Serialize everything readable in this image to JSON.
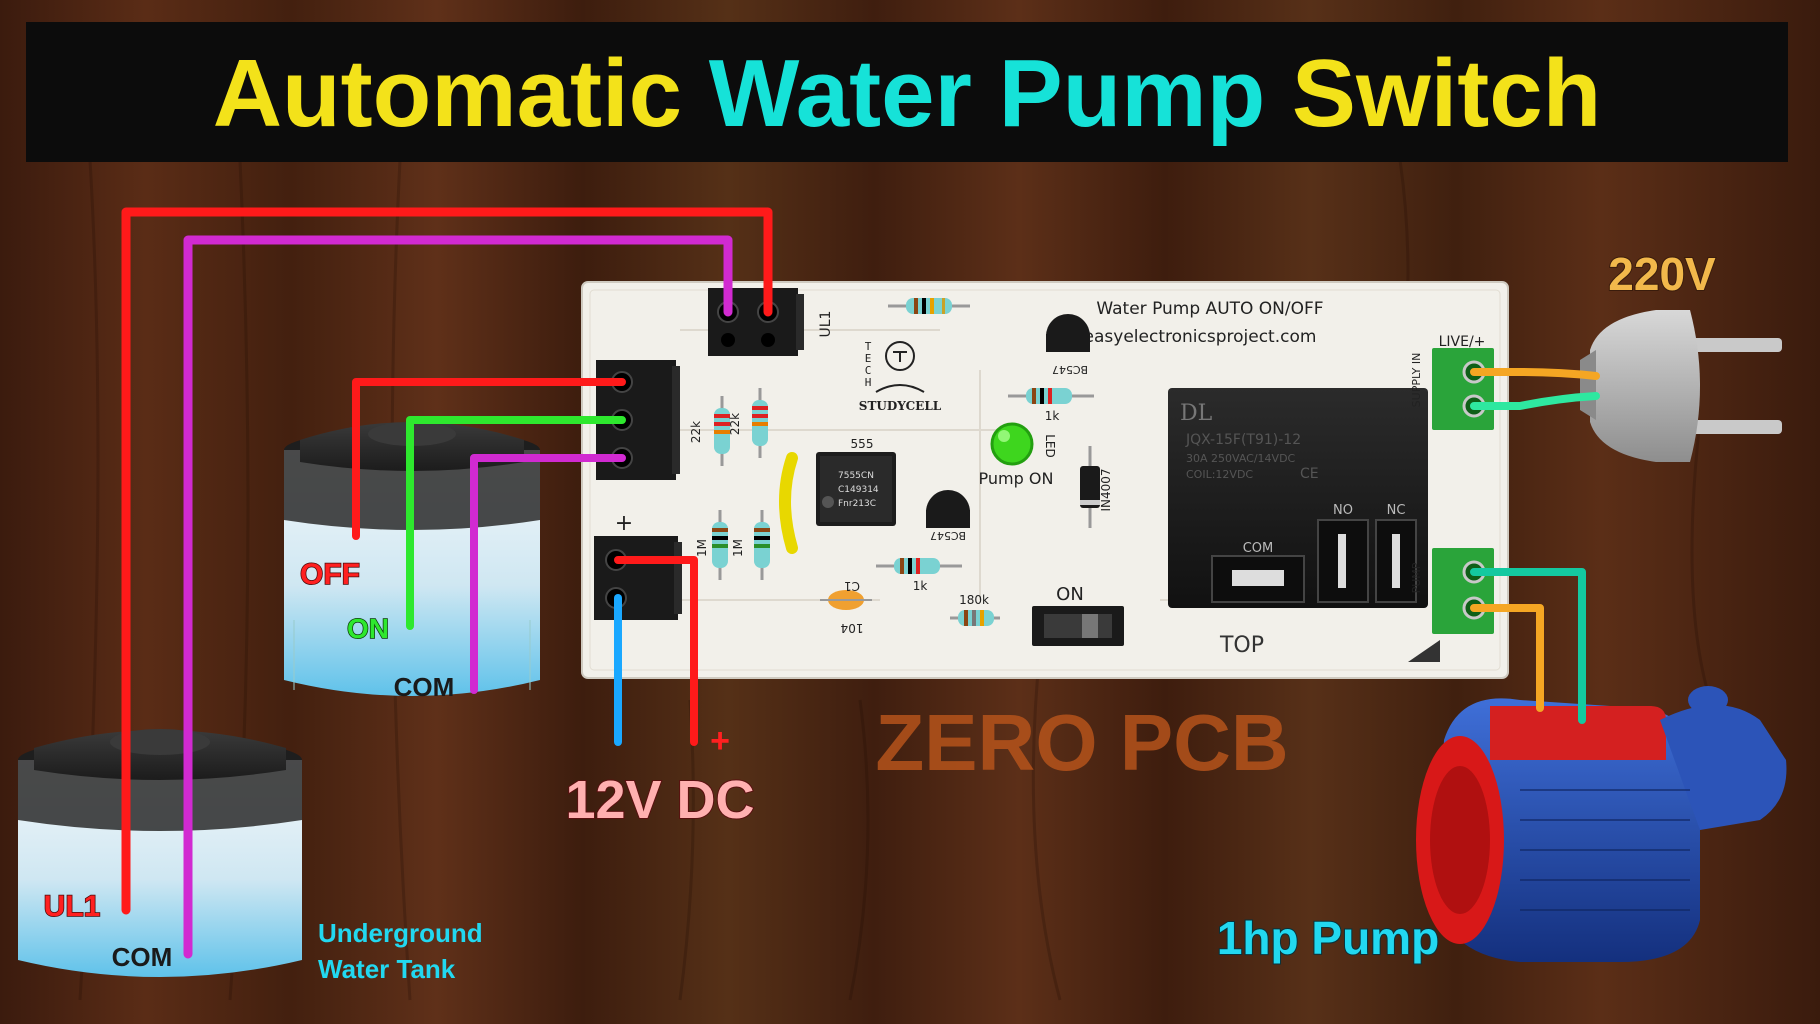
{
  "title": {
    "part1": "Automatic ",
    "part2": "Water Pump ",
    "part3": "Switch"
  },
  "colors": {
    "title_yellow": "#f3e21a",
    "title_cyan": "#16e2d8",
    "wire_red": "#ff1a1a",
    "wire_magenta": "#d12ad1",
    "wire_green": "#2ee82e",
    "wire_blue": "#1aa8ff",
    "wire_orange": "#f5a623",
    "wire_teal": "#14c9a0",
    "label_cyan": "#22d8f0",
    "label_pink": "#ffb0b0",
    "label_gold": "#f2b84b"
  },
  "labels": {
    "supply_ac": "220V",
    "supply_dc": "12V DC",
    "dc_plus": "+",
    "pump": "1hp Pump",
    "zero_pcb": "ZERO PCB",
    "overhead_off": "OFF",
    "overhead_on": "ON",
    "overhead_com": "COM",
    "ug_ul1": "UL1",
    "ug_com": "COM",
    "ug_tank_line1": "Underground",
    "ug_tank_line2": "Water Tank"
  },
  "pcb": {
    "title": "Water Pump AUTO ON/OFF",
    "website": "easyelectronicsproject.com",
    "logo_letters": [
      "T",
      "E",
      "C",
      "H"
    ],
    "logo_text": "STUDYCELL",
    "conn_ul1": "UL1",
    "conn_plus": "+",
    "led_label": "Pump ON",
    "led_r": "LED",
    "ic_label": "555",
    "ic_line1": "7555CN",
    "ic_line2": "C149314",
    "ic_line3": "Fnr213C",
    "r_22k_a": "22k",
    "r_22k_b": "22k",
    "r_1m_a": "1M",
    "r_1m_b": "1M",
    "r_1k_a": "1k",
    "r_1k_b": "1k",
    "r_180k": "180k",
    "cap_c1": "C1",
    "cap_104": "104",
    "q1": "BC547",
    "q2": "BC547",
    "diode": "IN4007",
    "switch": "ON",
    "relay_brand": "DL",
    "relay_model": "JQX-15F(T91)-12",
    "relay_rating": "30A 250VAC/14VDC",
    "relay_coil": "COIL:12VDC",
    "relay_ce": "CE",
    "relay_no": "NO",
    "relay_nc": "NC",
    "relay_com": "COM",
    "top": "TOP",
    "live": "LIVE/+",
    "supply_term": "SUPPLY IN",
    "pump_term": "PUMP"
  }
}
